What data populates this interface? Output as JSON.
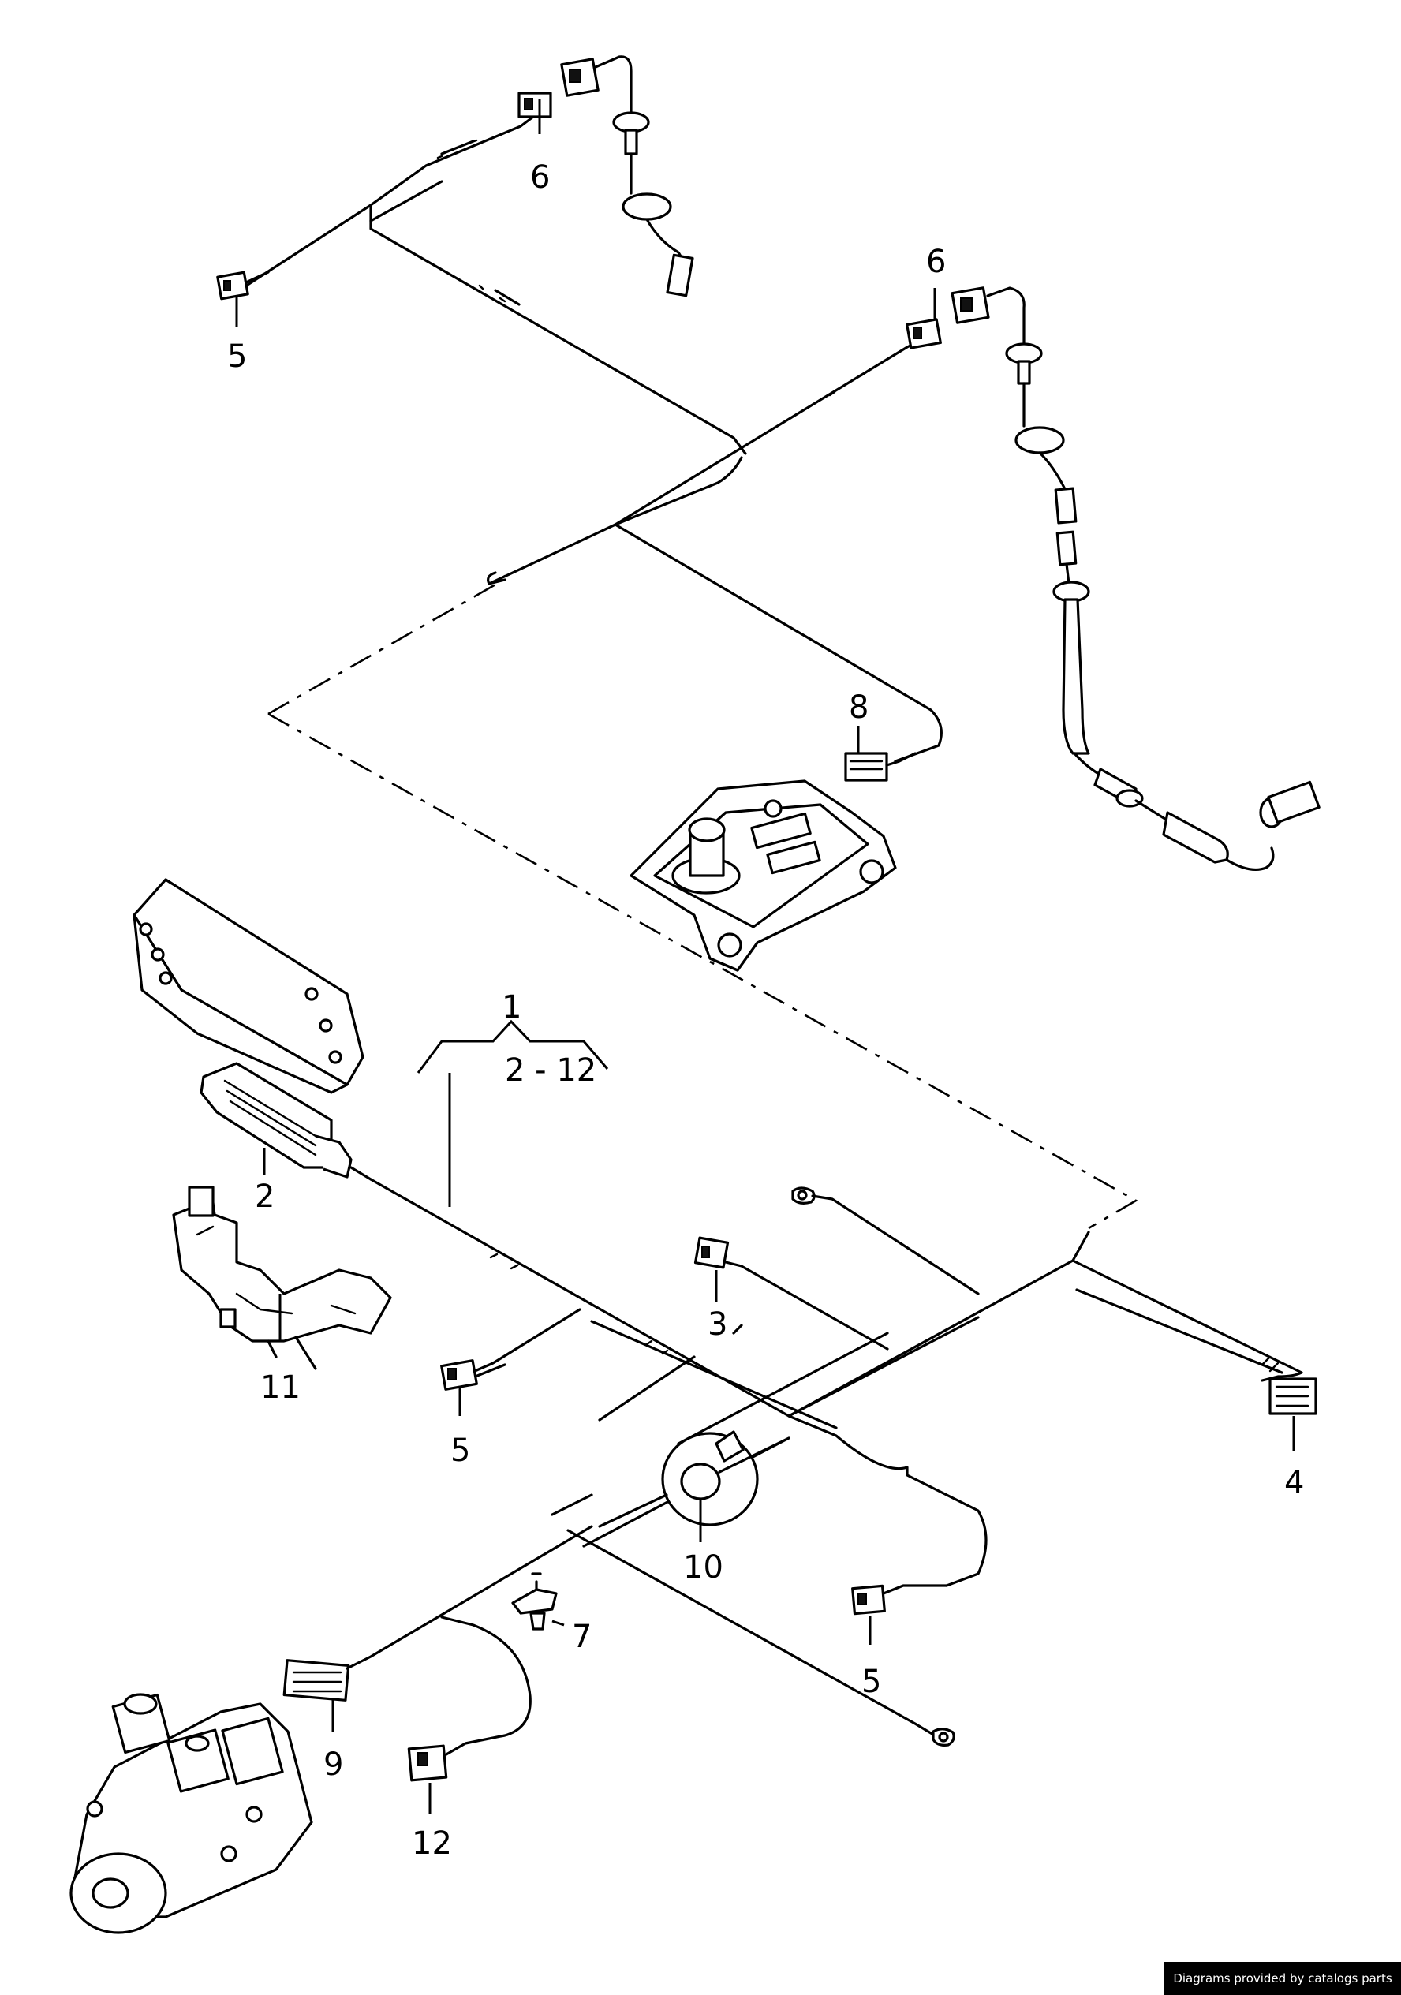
{
  "diagram": {
    "callouts": {
      "c1": "1",
      "c1_range": "2 - 12",
      "c2": "2",
      "c3": "3",
      "c4": "4",
      "c5a": "5",
      "c5b": "5",
      "c5c": "5",
      "c6a": "6",
      "c6b": "6",
      "c7": "7",
      "c8": "8",
      "c9": "9",
      "c10": "10",
      "c11": "11",
      "c12": "12"
    }
  },
  "footer": {
    "credit": "Diagrams provided by catalogs parts"
  }
}
